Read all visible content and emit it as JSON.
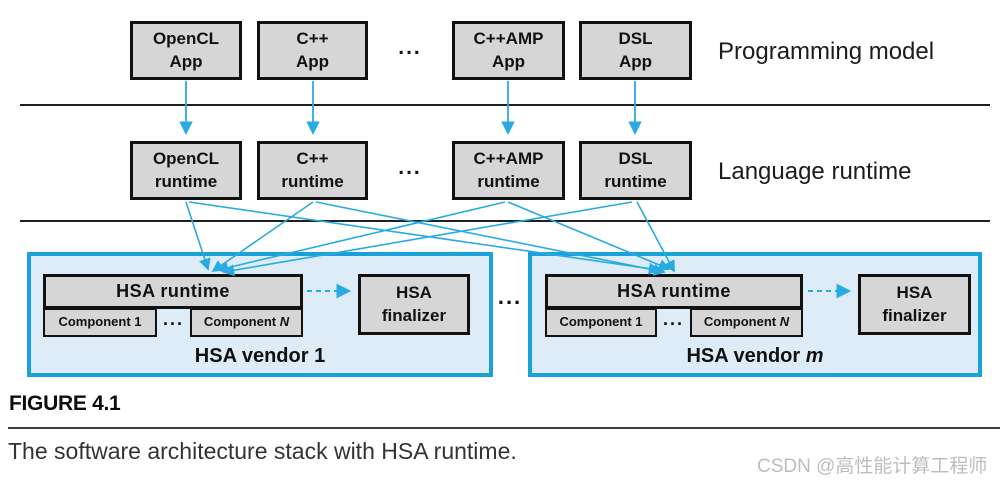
{
  "colors": {
    "arrow_blue": "#29abe2",
    "vendor_border": "#1ba1da",
    "vendor_fill": "#ddecf7",
    "box_fill": "#d6d6d6",
    "box_border": "#111111"
  },
  "layers": {
    "programming_model": {
      "label": "Programming model",
      "ellipsis": "...",
      "boxes": [
        {
          "line1": "OpenCL",
          "line2": "App"
        },
        {
          "line1": "C++",
          "line2": "App"
        },
        {
          "line1": "C++AMP",
          "line2": "App"
        },
        {
          "line1": "DSL",
          "line2": "App"
        }
      ]
    },
    "language_runtime": {
      "label": "Language runtime",
      "ellipsis": "...",
      "boxes": [
        {
          "line1": "OpenCL",
          "line2": "runtime"
        },
        {
          "line1": "C++",
          "line2": "runtime"
        },
        {
          "line1": "C++AMP",
          "line2": "runtime"
        },
        {
          "line1": "DSL",
          "line2": "runtime"
        }
      ]
    }
  },
  "hsa_layer": {
    "ellipsis_between_vendors": "...",
    "vendors": [
      {
        "runtime_label": "HSA runtime",
        "component_first": "Component 1",
        "component_ellipsis": "...",
        "component_last_prefix": "Component ",
        "component_last_suffix": "N",
        "finalizer_line1": "HSA",
        "finalizer_line2": "finalizer",
        "name_prefix": "HSA vendor ",
        "name_suffix": "1"
      },
      {
        "runtime_label": "HSA runtime",
        "component_first": "Component 1",
        "component_ellipsis": "...",
        "component_last_prefix": "Component ",
        "component_last_suffix": "N",
        "finalizer_line1": "HSA",
        "finalizer_line2": "finalizer",
        "name_prefix": "HSA vendor ",
        "name_suffix": "m"
      }
    ]
  },
  "figure": {
    "label": "FIGURE 4.1",
    "caption": "The software architecture stack with HSA runtime.",
    "watermark": "CSDN @高性能计算工程师"
  }
}
